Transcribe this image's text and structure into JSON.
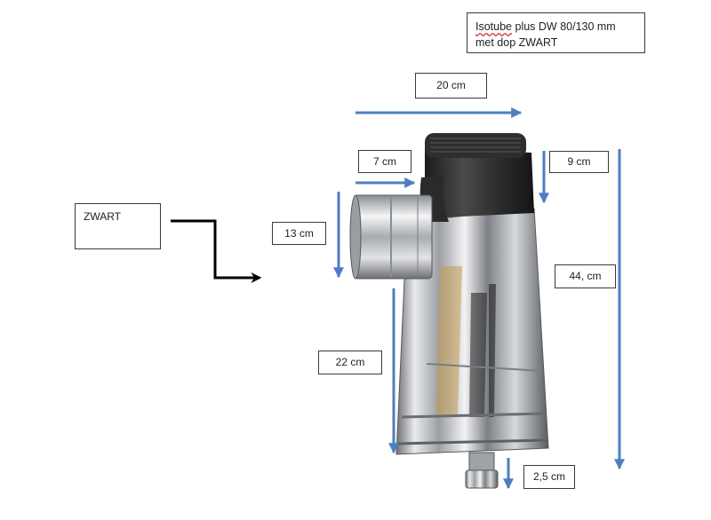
{
  "title": {
    "brand": "Isotube",
    "line1_rest": " plus DW 80/130 mm",
    "line2": "met dop ZWART"
  },
  "color_label": "ZWART",
  "dimensions": {
    "width_total": "20 cm",
    "branch_length": "7 cm",
    "top_section": "9 cm",
    "branch_height": "13 cm",
    "total_height": "44, cm",
    "lower_section": "22 cm",
    "drain_plug": "2,5 cm"
  },
  "colors": {
    "arrow_blue": "#4f7ec0",
    "arrow_black": "#000000",
    "black_collar": "#2c2c2c",
    "steel": "#bfc3c8"
  }
}
